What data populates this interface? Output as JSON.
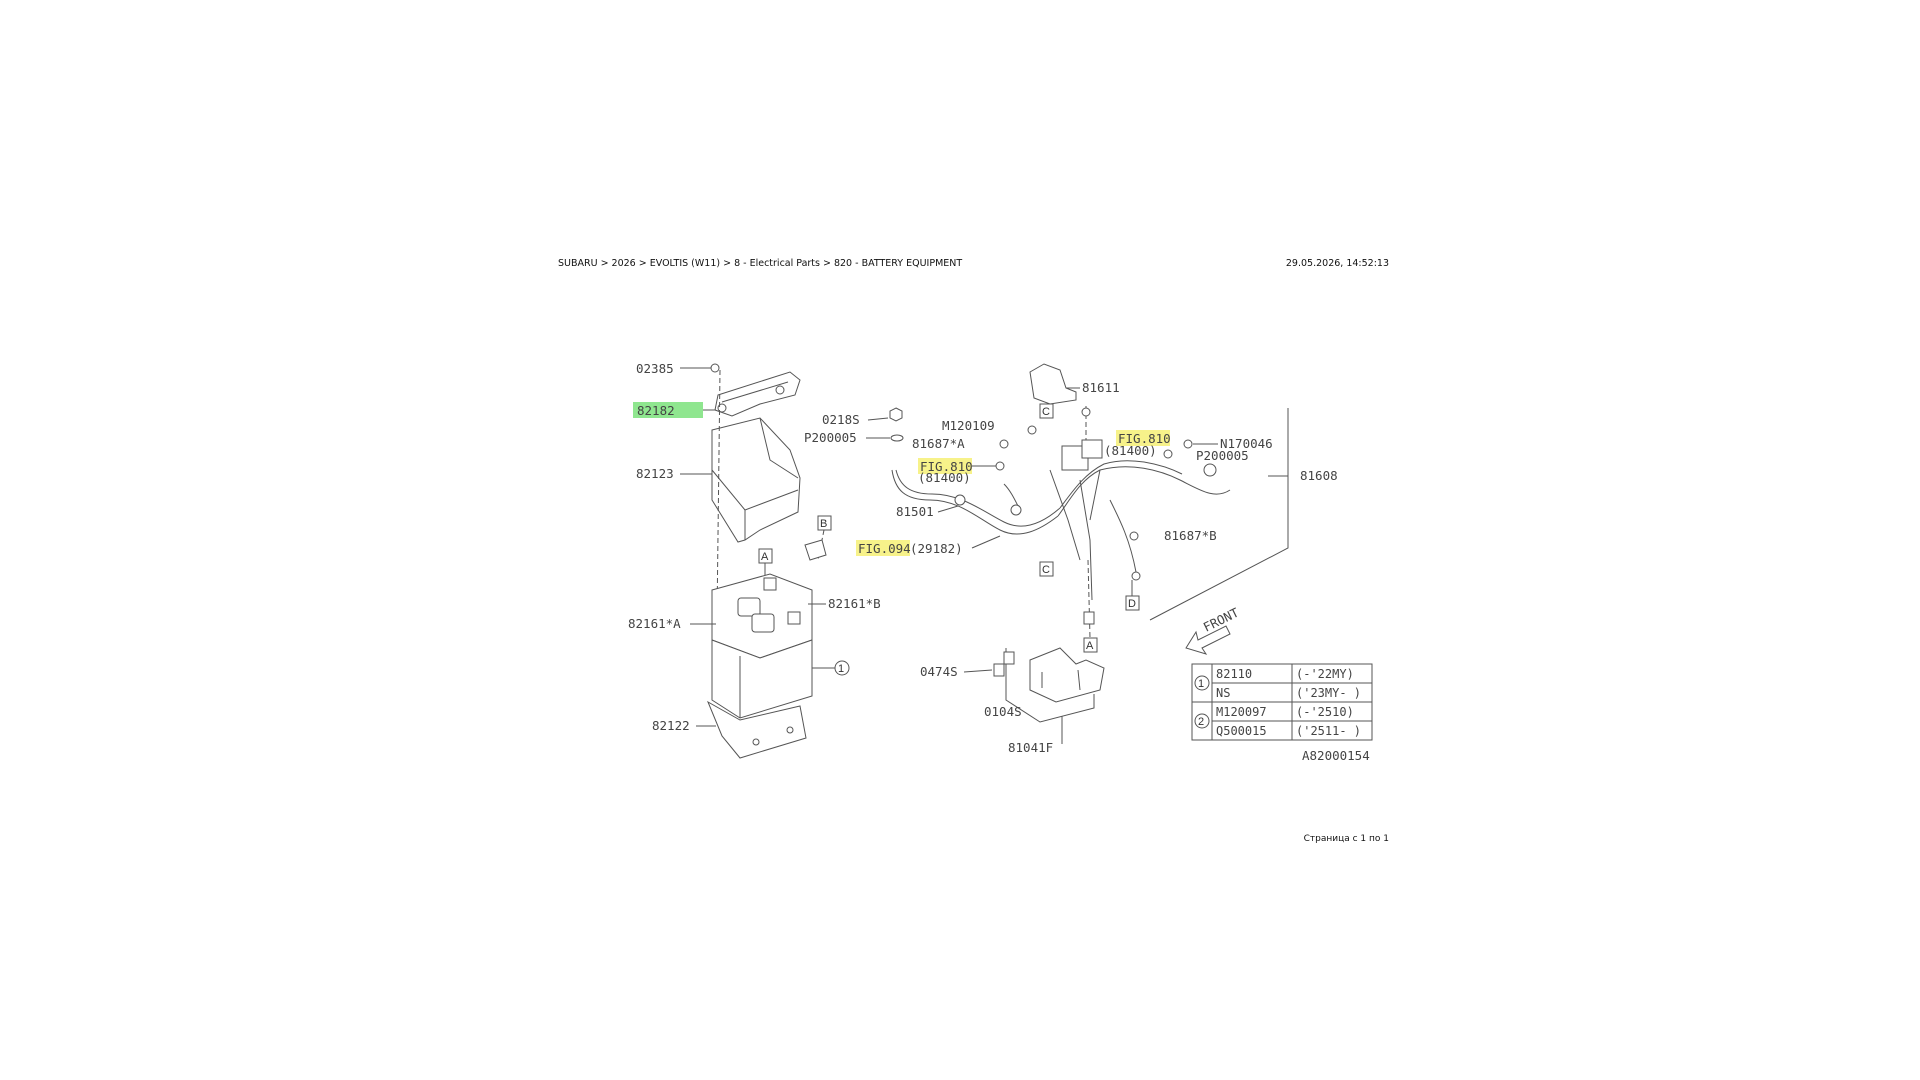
{
  "breadcrumb": "SUBARU > 2026 > EVOLTIS (W11) > 8 - Electrical Parts > 820 - BATTERY EQUIPMENT",
  "datetime": "29.05.2026, 14:52:13",
  "footer": "Страница с 1 по 1",
  "diagram": {
    "labels": {
      "p02385": "02385",
      "p82182": "82182",
      "p82123": "82123",
      "p82161a": "82161*A",
      "p82161b": "82161*B",
      "p82122": "82122",
      "p0218s": "0218S",
      "p200005": "P200005",
      "m120109": "M120109",
      "p81687a": "81687*A",
      "p81611": "81611",
      "p81400a": "(81400)",
      "p81400b": "(81400)",
      "n170046": "N170046",
      "p200005b": "P200005",
      "p81608": "81608",
      "p81501": "81501",
      "p29182": "(29182)",
      "p81687b": "81687*B",
      "p0474s": "0474S",
      "p0104s": "0104S",
      "p81041f": "81041F",
      "front": "FRONT",
      "code": "A82000154",
      "boxA1": "A",
      "boxB1": "B",
      "boxC1": "C",
      "boxC2": "C",
      "boxA2": "A",
      "boxD": "D",
      "circ1": "1"
    },
    "links": {
      "fig810a": "FIG.810",
      "fig810b": "FIG.810",
      "fig094": "FIG.094"
    },
    "table": {
      "rows": [
        {
          "mark": "1",
          "part": "82110",
          "note": "(-'22MY)"
        },
        {
          "mark": "",
          "part": "NS",
          "note": "('23MY- )"
        },
        {
          "mark": "2",
          "part": "M120097",
          "note": "(-'2510)"
        },
        {
          "mark": "",
          "part": "Q500015",
          "note": "('2511- )"
        }
      ]
    },
    "colors": {
      "highlight_green": "#8fe68f",
      "highlight_yellow": "#f7f28a",
      "line": "#555555"
    }
  }
}
